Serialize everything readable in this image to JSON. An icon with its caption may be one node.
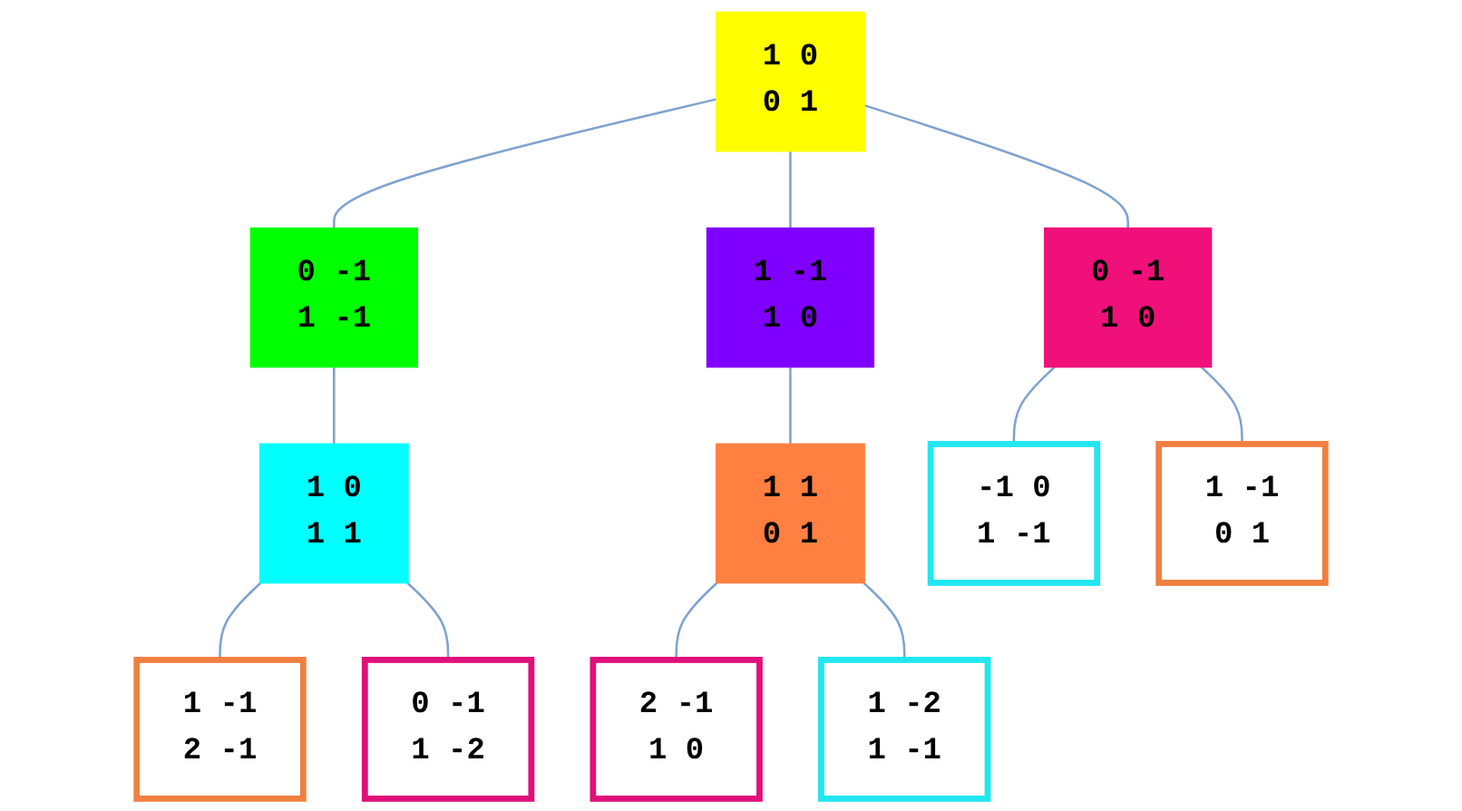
{
  "diagram": {
    "nodes": [
      {
        "text": [
          "1 0",
          "0 1"
        ]
      },
      {
        "text": [
          "0 -1",
          "1 -1"
        ]
      },
      {
        "text": [
          "1 -1",
          "1 0"
        ]
      },
      {
        "text": [
          "0 -1",
          "1 0"
        ]
      },
      {
        "text": [
          "1 0",
          "1 1"
        ]
      },
      {
        "text": [
          "1 1",
          "0 1"
        ]
      },
      {
        "text": [
          "-1 0",
          "1 -1"
        ]
      },
      {
        "text": [
          "1 -1",
          "0 1"
        ]
      },
      {
        "text": [
          "1 -1",
          "2 -1"
        ]
      },
      {
        "text": [
          "0 -1",
          "1 -2"
        ]
      },
      {
        "text": [
          "2 -1",
          "1 0"
        ]
      },
      {
        "text": [
          "1 -2",
          "1 -1"
        ]
      }
    ],
    "edges": [
      {
        "from": 0,
        "to": 1,
        "arrow": "none"
      },
      {
        "from": 0,
        "to": 2,
        "arrow": "none"
      },
      {
        "from": 0,
        "to": 3,
        "arrow": "none"
      },
      {
        "from": 1,
        "to": 4,
        "arrow": "none"
      },
      {
        "from": 2,
        "to": 5,
        "arrow": "none"
      },
      {
        "from": 3,
        "to": 6,
        "arrow": "none"
      },
      {
        "from": 3,
        "to": 7,
        "arrow": "none"
      },
      {
        "from": 4,
        "to": 8,
        "arrow": "none"
      },
      {
        "from": 4,
        "to": 9,
        "arrow": "none"
      },
      {
        "from": 5,
        "to": 10,
        "arrow": "none"
      },
      {
        "from": 5,
        "to": 11,
        "arrow": "none"
      }
    ]
  }
}
